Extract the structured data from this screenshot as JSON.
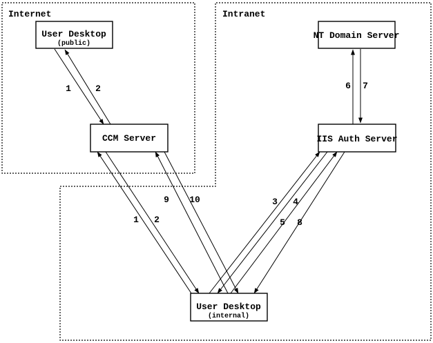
{
  "diagram": {
    "type": "network-authentication-flow",
    "colors": {
      "ink": "#000000",
      "paper": "#ffffff"
    },
    "zones": {
      "internet": {
        "label": "Internet"
      },
      "intranet": {
        "label": "Intranet"
      }
    },
    "nodes": {
      "user_desktop_public": {
        "title": "User Desktop",
        "subtitle": "(public)",
        "zone": "internet"
      },
      "ccm_server": {
        "title": "CCM Server",
        "zone": "internet"
      },
      "nt_domain_server": {
        "title": "NT Domain Server",
        "zone": "intranet"
      },
      "iis_auth_server": {
        "title": "IIS Auth Server",
        "zone": "intranet"
      },
      "user_desktop_internal": {
        "title": "User Desktop",
        "subtitle": "(internal)",
        "zone": "intranet"
      }
    },
    "flows": [
      {
        "label": "1",
        "from": "user_desktop_public",
        "to": "ccm_server"
      },
      {
        "label": "2",
        "from": "ccm_server",
        "to": "user_desktop_public"
      },
      {
        "label": "1",
        "from": "user_desktop_internal",
        "to": "ccm_server"
      },
      {
        "label": "2",
        "from": "ccm_server",
        "to": "user_desktop_internal"
      },
      {
        "label": "3",
        "from": "user_desktop_internal",
        "to": "iis_auth_server"
      },
      {
        "label": "4",
        "from": "iis_auth_server",
        "to": "user_desktop_internal"
      },
      {
        "label": "5",
        "from": "user_desktop_internal",
        "to": "iis_auth_server"
      },
      {
        "label": "6",
        "from": "iis_auth_server",
        "to": "nt_domain_server"
      },
      {
        "label": "7",
        "from": "nt_domain_server",
        "to": "iis_auth_server"
      },
      {
        "label": "8",
        "from": "iis_auth_server",
        "to": "user_desktop_internal"
      },
      {
        "label": "9",
        "from": "user_desktop_internal",
        "to": "ccm_server"
      },
      {
        "label": "10",
        "from": "ccm_server",
        "to": "user_desktop_internal"
      }
    ]
  }
}
